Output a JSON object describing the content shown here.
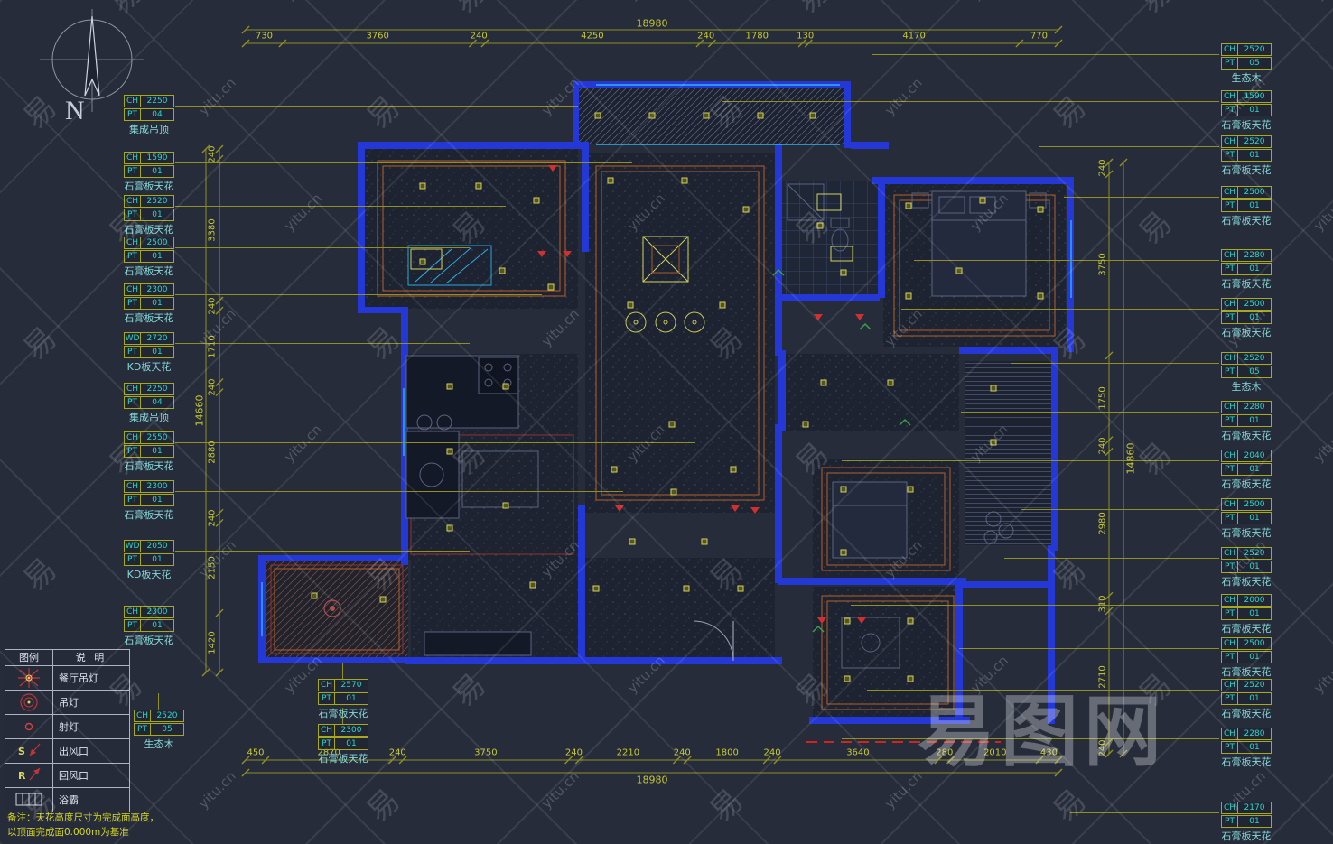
{
  "compass": {
    "label": "N"
  },
  "watermarks": {
    "url_text": "yitu.cn",
    "char": "易",
    "brand": "易图网"
  },
  "colors": {
    "background": "#262c3a",
    "wall_blue": "#2438d8",
    "dimension_olive": "#c9c931",
    "label_cyan": "#2fd4cc",
    "trim_orange": "#a85a28",
    "alert_red": "#cc2525"
  },
  "dims": {
    "top_total": "18980",
    "top_segments": [
      "730",
      "3760",
      "240",
      "4250",
      "240",
      "1780",
      "130",
      "4170",
      "770"
    ],
    "bottom_total": "18980",
    "bottom_segments": [
      "450",
      "2870",
      "240",
      "3750",
      "240",
      "2210",
      "240",
      "1800",
      "240",
      "3640",
      "280",
      "2010",
      "430"
    ],
    "left_total": "14660",
    "left_segments": [
      "240",
      "3380",
      "240",
      "1710",
      "240",
      "2880",
      "240",
      "2150",
      "1420"
    ],
    "right_total": "14860",
    "right_segments": [
      "240",
      "3750",
      "1750",
      "240",
      "2980",
      "310",
      "2710",
      "240"
    ]
  },
  "ceiling_labels": {
    "columns": [
      "code",
      "value",
      "finish_code",
      "finish_value",
      "type"
    ],
    "left": [
      [
        "CH",
        "2250",
        "PT",
        "04",
        "集成吊顶"
      ],
      [
        "CH",
        "1590",
        "PT",
        "01",
        "石膏板天花"
      ],
      [
        "CH",
        "2520",
        "PT",
        "01",
        "石膏板天花"
      ],
      [
        "CH",
        "2500",
        "PT",
        "01",
        "石膏板天花"
      ],
      [
        "CH",
        "2300",
        "PT",
        "01",
        "石膏板天花"
      ],
      [
        "WD",
        "2720",
        "PT",
        "01",
        "KD板天花"
      ],
      [
        "CH",
        "2250",
        "PT",
        "04",
        "集成吊顶"
      ],
      [
        "CH",
        "2550",
        "PT",
        "01",
        "石膏板天花"
      ],
      [
        "CH",
        "2300",
        "PT",
        "01",
        "石膏板天花"
      ],
      [
        "WD",
        "2050",
        "PT",
        "01",
        "KD板天花"
      ],
      [
        "CH",
        "2300",
        "PT",
        "01",
        "石膏板天花"
      ]
    ],
    "right": [
      [
        "CH",
        "2520",
        "PT",
        "05",
        "生态木"
      ],
      [
        "CH",
        "1590",
        "PT",
        "01",
        "石膏板天花"
      ],
      [
        "CH",
        "2520",
        "PT",
        "01",
        "石膏板天花"
      ],
      [
        "CH",
        "2500",
        "PT",
        "01",
        "石膏板天花"
      ],
      [
        "CH",
        "2280",
        "PT",
        "01",
        "石膏板天花"
      ],
      [
        "CH",
        "2500",
        "PT",
        "01",
        "石膏板天花"
      ],
      [
        "CH",
        "2520",
        "PT",
        "05",
        "生态木"
      ],
      [
        "CH",
        "2280",
        "PT",
        "01",
        "石膏板天花"
      ],
      [
        "CH",
        "2040",
        "PT",
        "01",
        "石膏板天花"
      ],
      [
        "CH",
        "2500",
        "PT",
        "01",
        "石膏板天花"
      ],
      [
        "CH",
        "2520",
        "PT",
        "01",
        "石膏板天花"
      ],
      [
        "CH",
        "2000",
        "PT",
        "01",
        "石膏板天花"
      ],
      [
        "CH",
        "2500",
        "PT",
        "01",
        "石膏板天花"
      ],
      [
        "CH",
        "2520",
        "PT",
        "01",
        "石膏板天花"
      ],
      [
        "CH",
        "2280",
        "PT",
        "01",
        "石膏板天花"
      ],
      [
        "CH",
        "2170",
        "PT",
        "01",
        "石膏板天花"
      ]
    ],
    "bottom": [
      [
        "CH",
        "2520",
        "PT",
        "05",
        "生态木"
      ],
      [
        "CH",
        "2570",
        "PT",
        "01",
        "石膏板天花"
      ],
      [
        "CH",
        "2300",
        "PT",
        "01",
        "石膏板天花"
      ]
    ]
  },
  "legend": {
    "headers": [
      "图例",
      "说 明"
    ],
    "rows": [
      {
        "icon": "dining-chandelier-icon",
        "glyph": "",
        "label": "餐厅吊灯"
      },
      {
        "icon": "pendant-lamp-icon",
        "glyph": "",
        "label": "吊灯"
      },
      {
        "icon": "spotlight-icon",
        "glyph": "",
        "label": "射灯"
      },
      {
        "icon": "supply-air-vent-icon",
        "glyph": "S",
        "label": "出风口"
      },
      {
        "icon": "return-air-vent-icon",
        "glyph": "R",
        "label": "回风口"
      },
      {
        "icon": "bath-heater-icon",
        "glyph": "",
        "label": "浴霸"
      }
    ]
  },
  "note": {
    "line1": "备注：天花高度尺寸为完成面高度，",
    "line2": "以顶面完成面0.000m为基准"
  }
}
